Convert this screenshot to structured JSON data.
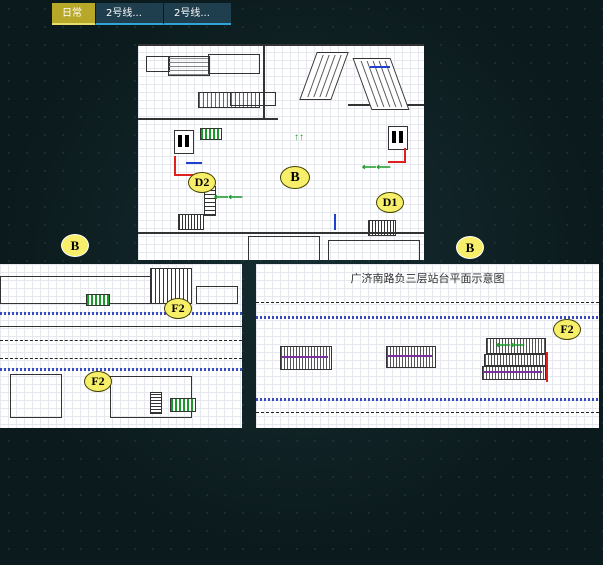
{
  "tabs": [
    {
      "label": "日常"
    },
    {
      "label": "2号线..."
    },
    {
      "label": "2号线..."
    }
  ],
  "top_map": {
    "badges": {
      "b": "B",
      "d2": "D2",
      "d1": "D1"
    }
  },
  "float_badges": {
    "left": "B",
    "right": "B"
  },
  "left_map": {
    "badges": {
      "f2_top": "F2",
      "f2_bottom": "F2"
    }
  },
  "right_map": {
    "title": "广济南路负三层站台平面示意图",
    "badges": {
      "f2": "F2"
    }
  },
  "colors": {
    "accent_yellow": "#b8a82a",
    "tab_blue": "#1f3f4f",
    "badge_fill": "#f7ef6a",
    "exit_green": "#1a9a2a",
    "alarm_red": "#e02020"
  }
}
